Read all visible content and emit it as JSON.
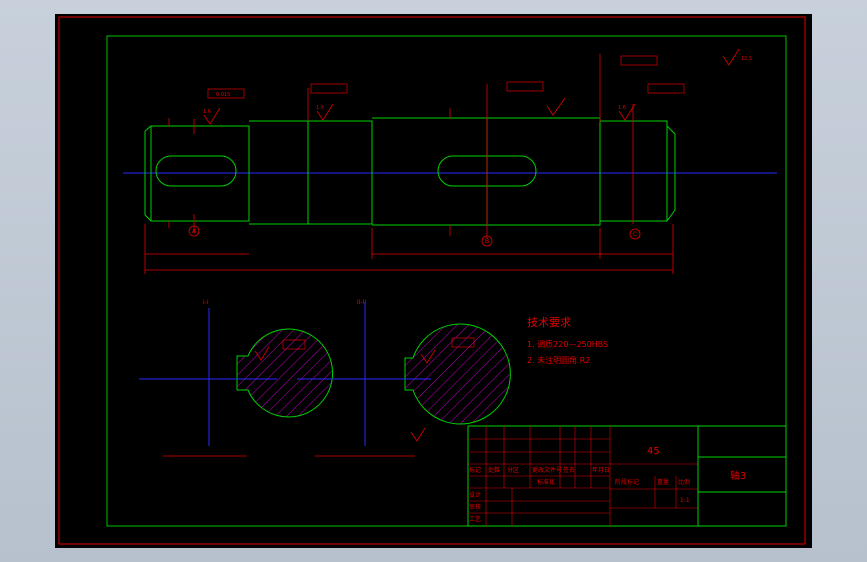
{
  "drawing": {
    "section_labels": [
      "I-I",
      "II-II"
    ],
    "datum_labels": [
      "A",
      "B",
      "C"
    ],
    "tech_requirements": {
      "title": "技术要求",
      "items": [
        "1. 调质220—250HBS",
        "2. 未注明圆角 R2"
      ]
    },
    "title_block": {
      "material": "45",
      "part_name": "轴3",
      "scale": "1:1",
      "weight_label": "重量",
      "ratio_label": "比例",
      "stage_label": "阶段标记",
      "row_labels": [
        "标记",
        "处数",
        "分区",
        "更改文件号",
        "签名",
        "年月日"
      ],
      "standard_label": "标准化",
      "designer_label": "设计",
      "review_label": "审核",
      "process_label": "工艺"
    },
    "tolerance_tag": "0.015",
    "roughness": [
      "1.6",
      "1.6",
      "1.6"
    ],
    "roughness_corner": "12.5"
  }
}
